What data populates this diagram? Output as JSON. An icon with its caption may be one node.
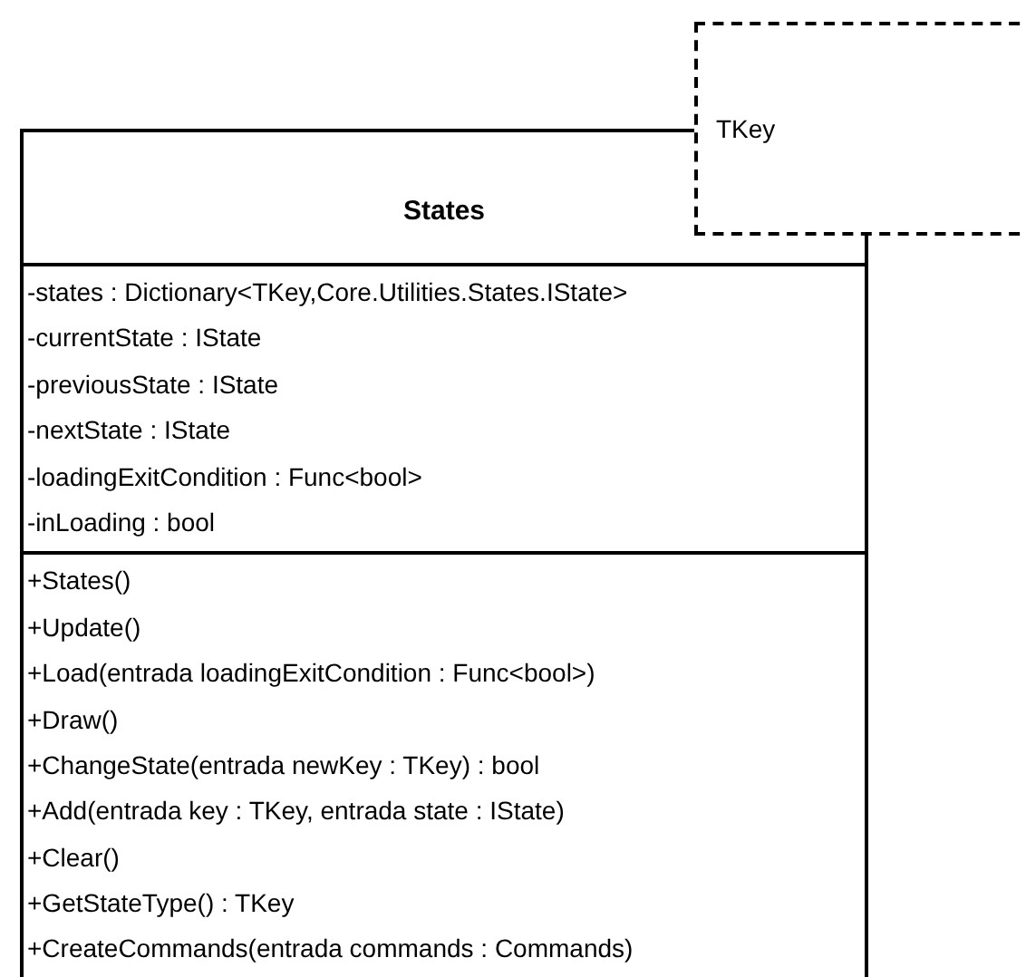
{
  "diagram": {
    "nodes": [
      {
        "text": [
          "TKey"
        ]
      },
      {
        "text": [
          "States"
        ]
      },
      {
        "text": [
          "-states : Dictionary<TKey,Core.Utilities.States.IState>",
          "-currentState : IState",
          "-previousState : IState",
          "-nextState : IState",
          "-loadingExitCondition : Func<bool>",
          "-inLoading : bool"
        ],
        "in": 1
      },
      {
        "text": [
          "+States()",
          "+Update()",
          "+Load(entrada loadingExitCondition : Func<bool>)",
          "+Draw()",
          "+ChangeState(entrada newKey : TKey) : bool",
          "+Add(entrada key : TKey, entrada state : IState)",
          "+Clear()",
          "+GetStateType() : TKey",
          "+CreateCommands(entrada commands : Commands)"
        ],
        "in": 1
      }
    ]
  }
}
